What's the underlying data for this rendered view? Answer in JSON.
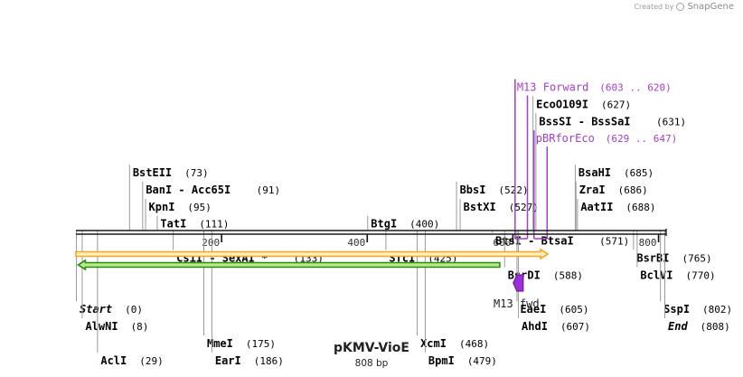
{
  "watermark": {
    "created_by": "Created by",
    "brand": "SnapGene",
    "icon": "snapgene-logo-icon"
  },
  "plasmid": {
    "name": "pKMV-VioE",
    "size_label": "808 bp",
    "length": 808
  },
  "ticks": [
    {
      "value": 200,
      "label": "200"
    },
    {
      "value": 400,
      "label": "400"
    },
    {
      "value": 600,
      "label": "600"
    },
    {
      "value": 800,
      "label": "800"
    }
  ],
  "sites": [
    {
      "name": "Start",
      "pos": 0,
      "pos_label": "(0)",
      "italic": true,
      "row": 8
    },
    {
      "name": "AlwNI",
      "pos": 8,
      "pos_label": "(8)",
      "row": 9
    },
    {
      "name": "AclI",
      "pos": 29,
      "pos_label": "(29)",
      "row": 11
    },
    {
      "name": "BstEII",
      "pos": 73,
      "pos_label": "(73)",
      "row": 0
    },
    {
      "name": "BanI  -  Acc65I",
      "pos": 91,
      "pos_label": "(91)",
      "row": 1
    },
    {
      "name": "KpnI",
      "pos": 95,
      "pos_label": "(95)",
      "row": 2
    },
    {
      "name": "TatI",
      "pos": 111,
      "pos_label": "(111)",
      "row": 3
    },
    {
      "name": "CsiI  -  SexAI *",
      "pos": 133,
      "pos_label": "(133)",
      "row": 5
    },
    {
      "name": "MmeI",
      "pos": 175,
      "pos_label": "(175)",
      "row": 10
    },
    {
      "name": "EarI",
      "pos": 186,
      "pos_label": "(186)",
      "row": 11
    },
    {
      "name": "BtgI",
      "pos": 400,
      "pos_label": "(400)",
      "row": 3
    },
    {
      "name": "SfcI",
      "pos": 425,
      "pos_label": "(425)",
      "row": 5
    },
    {
      "name": "XcmI",
      "pos": 468,
      "pos_label": "(468)",
      "row": 10
    },
    {
      "name": "BpmI",
      "pos": 479,
      "pos_label": "(479)",
      "row": 11
    },
    {
      "name": "BbsI",
      "pos": 522,
      "pos_label": "(522)",
      "row": 1
    },
    {
      "name": "BstXI",
      "pos": 527,
      "pos_label": "(527)",
      "row": 2
    },
    {
      "name": "BtsI  -  BtsaI",
      "pos": 571,
      "pos_label": "(571)",
      "row": 4
    },
    {
      "name": "BsrDI",
      "pos": 588,
      "pos_label": "(588)",
      "row": 6
    },
    {
      "name": "EaeI",
      "pos": 605,
      "pos_label": "(605)",
      "row": 8
    },
    {
      "name": "AhdI",
      "pos": 607,
      "pos_label": "(607)",
      "row": 9
    },
    {
      "name": "EcoO109I",
      "pos": 627,
      "pos_label": "(627)",
      "row": -4
    },
    {
      "name": "BssSI  -  BssSaI",
      "pos": 631,
      "pos_label": "(631)",
      "row": -3
    },
    {
      "name": "BsaHI",
      "pos": 685,
      "pos_label": "(685)",
      "row": 0
    },
    {
      "name": "ZraI",
      "pos": 686,
      "pos_label": "(686)",
      "row": 1
    },
    {
      "name": "AatII",
      "pos": 688,
      "pos_label": "(688)",
      "row": 2
    },
    {
      "name": "BsrBI",
      "pos": 765,
      "pos_label": "(765)",
      "row": 5
    },
    {
      "name": "BclVI",
      "pos": 770,
      "pos_label": "(770)",
      "row": 6
    },
    {
      "name": "SspI",
      "pos": 802,
      "pos_label": "(802)",
      "row": 8
    },
    {
      "name": "End",
      "pos": 808,
      "pos_label": "(808)",
      "italic": true,
      "row": 9
    }
  ],
  "primers": [
    {
      "name": "M13 Forward",
      "range_label": "(603 .. 620)",
      "start": 603,
      "end": 620,
      "row": -5
    },
    {
      "name": "pBRforEco",
      "range_label": "(629 .. 647)",
      "start": 629,
      "end": 647,
      "row": -2
    }
  ],
  "features": [
    {
      "name": "orange-feature",
      "start": 0,
      "end": 648,
      "direction": "forward",
      "color": "#f5a623",
      "fill": "#fff0c4"
    },
    {
      "name": "green-feature",
      "start": 3,
      "end": 582,
      "direction": "reverse",
      "color": "#2c8a12",
      "fill": "#b6ea8a"
    }
  ],
  "primer_binding_site": {
    "label": "M13 fwd",
    "start": 603,
    "end": 620,
    "color": "#9b30d9",
    "stroke": "#6a1fa0"
  },
  "colors": {
    "primer": "#a23fc8",
    "backbone": "#1a1a1a"
  }
}
